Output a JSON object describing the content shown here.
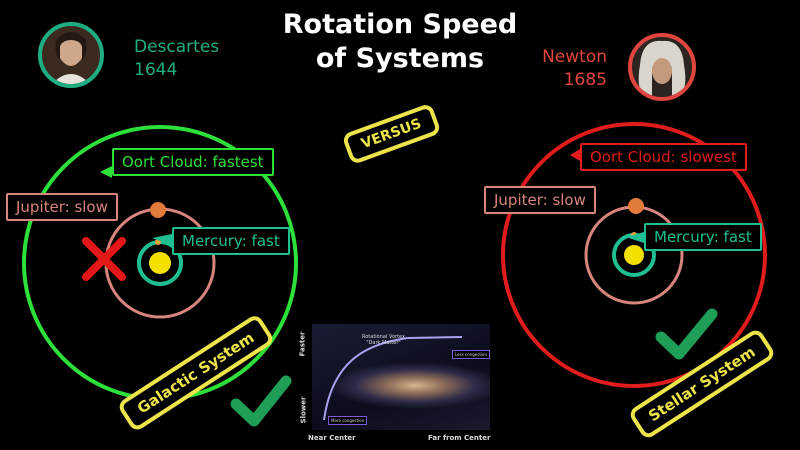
{
  "title_line1": "Rotation Speed",
  "title_line2": "of Systems",
  "versus": "VERSUS",
  "colors": {
    "left_accent": "#1fae84",
    "right_accent": "#e0453e",
    "oort_left": "#2ee03a",
    "oort_right": "#e01c1c",
    "jupiter_ring": "#d8867d",
    "mercury_ring": "#1fbf93",
    "sun": "#f4e000",
    "jupiter": "#e27a3a",
    "cross": "#e21818",
    "check": "#1f9e58",
    "badge": "#ece44a"
  },
  "left": {
    "name": "Descartes",
    "year": "1644",
    "portrait_icon": "descartes-portrait",
    "oort_label": "Oort Cloud: fastest",
    "jupiter_label": "Jupiter: slow",
    "mercury_label": "Mercury: fast",
    "system_label": "Galactic System"
  },
  "right": {
    "name": "Newton",
    "year": "1685",
    "portrait_icon": "newton-portrait",
    "oort_label": "Oort Cloud: slowest",
    "jupiter_label": "Jupiter: slow",
    "mercury_label": "Mercury: fast",
    "system_label": "Stellar System"
  },
  "inset": {
    "y_top": "Faster",
    "y_bottom": "Slower",
    "x_left": "Near Center",
    "x_right": "Far from Center",
    "curve_label_line1": "Rotational Vortex",
    "curve_label_line2": "\"Dark Matter\"",
    "box_high": "Less congestion",
    "box_low": "More congestion"
  }
}
